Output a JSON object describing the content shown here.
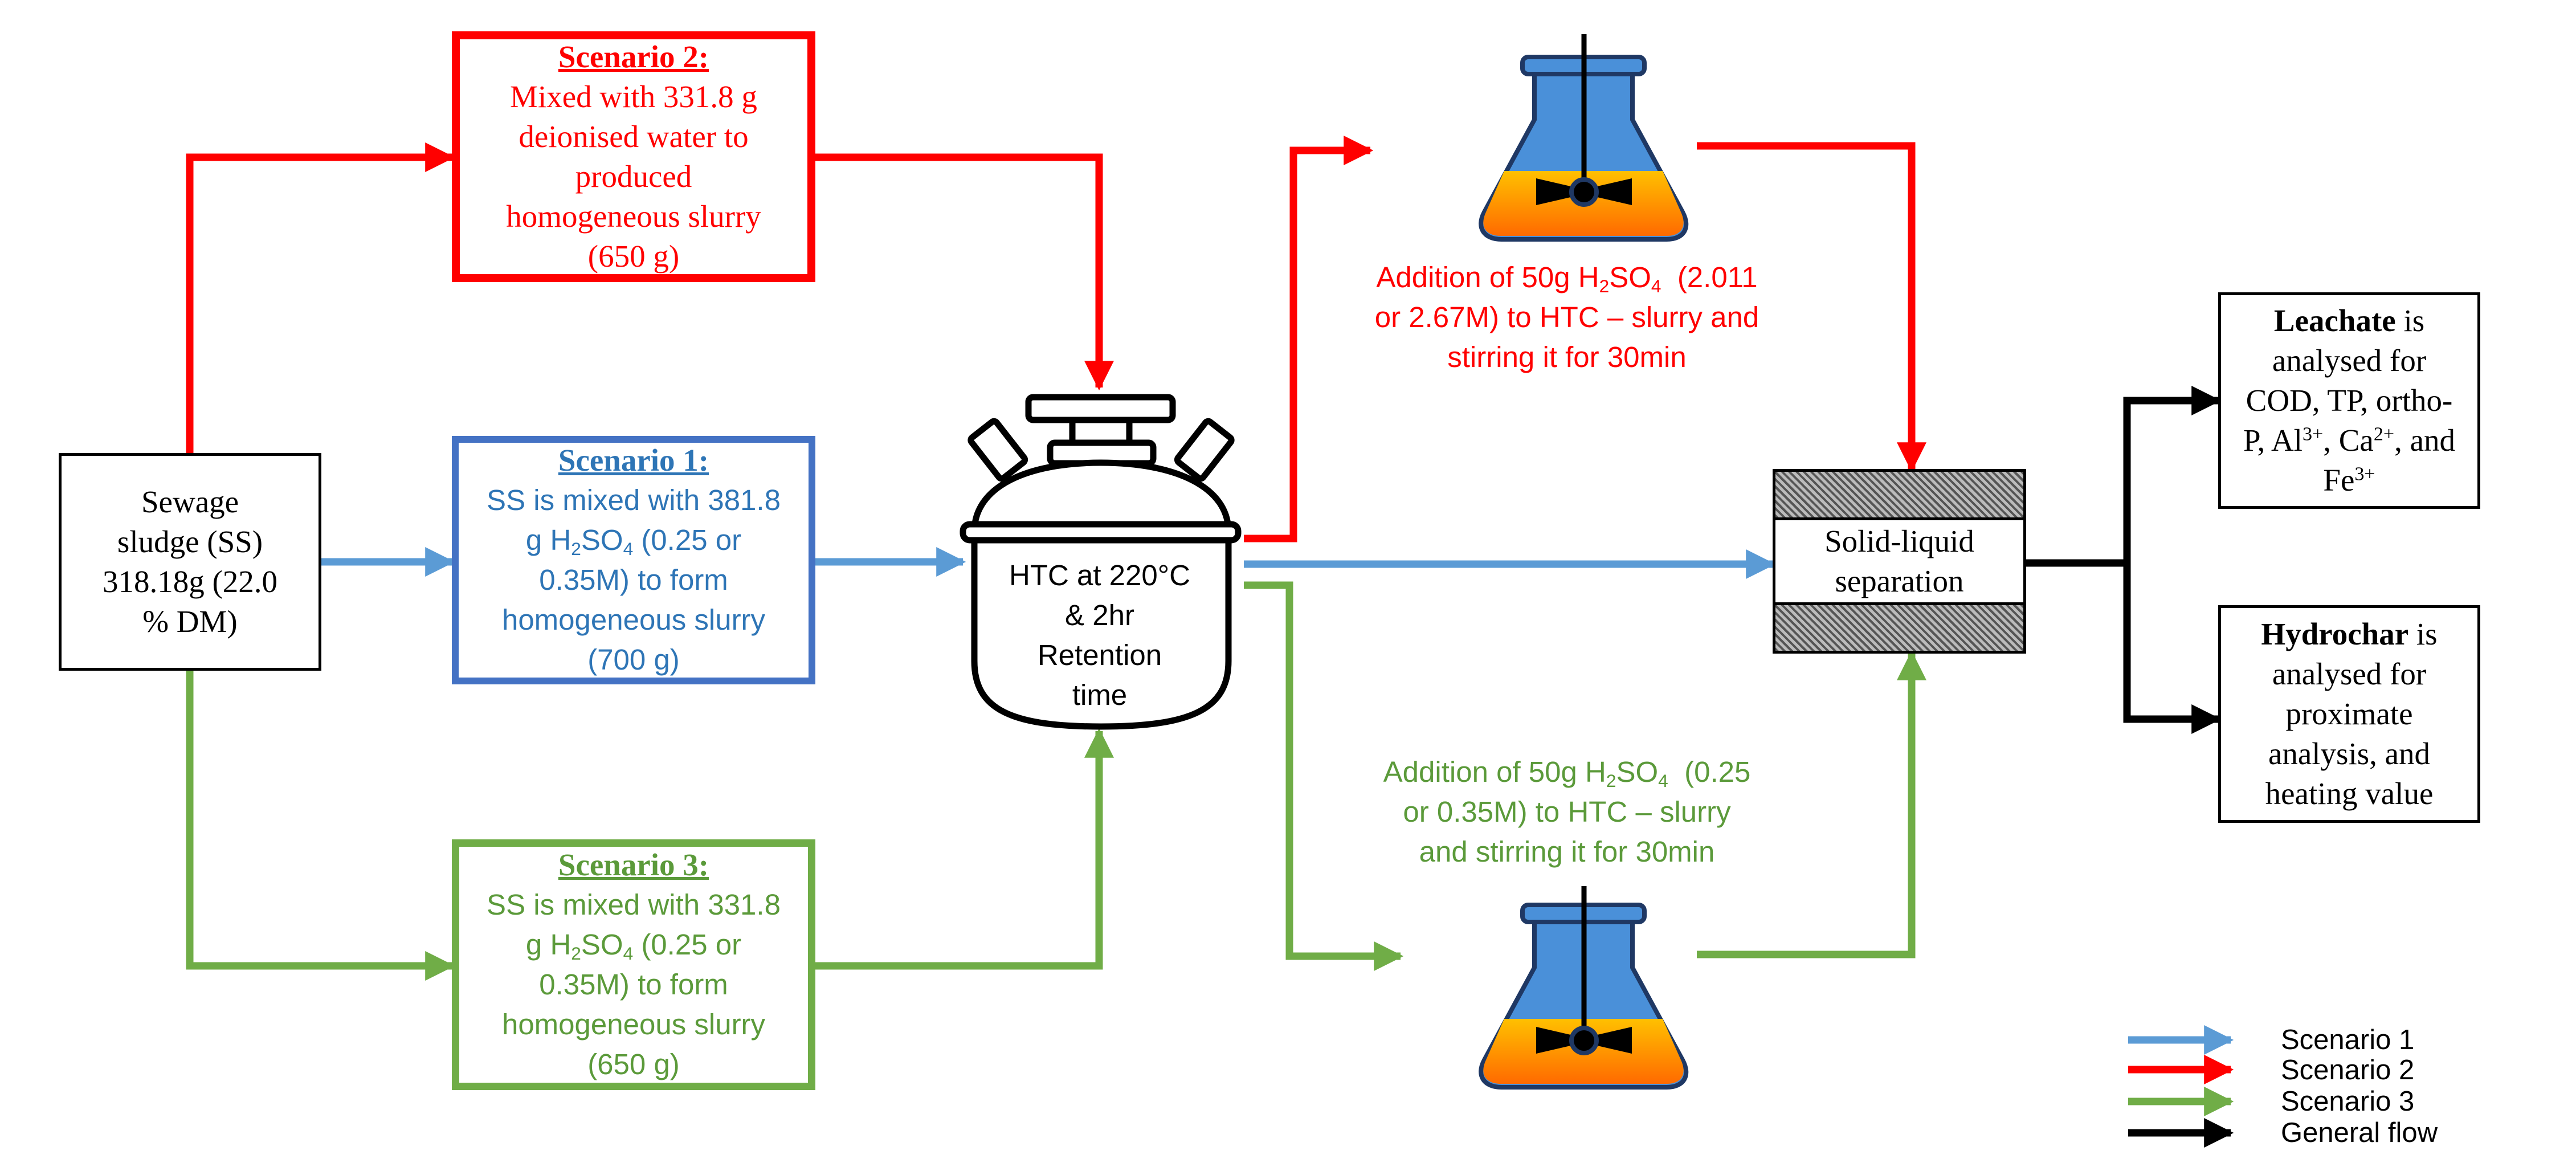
{
  "sewage": {
    "lines": [
      "Sewage",
      "sludge (SS)",
      "318.18g (22.0",
      "% DM)"
    ]
  },
  "scenario2": {
    "title": "Scenario 2:",
    "lines": [
      "Mixed with 331.8 g",
      "deionised water to",
      "produced",
      "homogeneous slurry",
      "(650 g)"
    ]
  },
  "scenario1": {
    "title": "Scenario 1:",
    "line1": "SS is mixed with 381.8",
    "line2_pre": "g H",
    "line2_sub1": "2",
    "line2_mid": "SO",
    "line2_sub2": "4",
    "line2_post": " (0.25 or",
    "line3": "0.35M) to form",
    "line4": "homogeneous slurry",
    "line5": "(700 g)"
  },
  "scenario3": {
    "title": "Scenario 3:",
    "line1": "SS is mixed with 331.8",
    "line2_pre": "g H",
    "line2_sub1": "2",
    "line2_mid": "SO",
    "line2_sub2": "4",
    "line2_post": " (0.25 or",
    "line3": "0.35M) to form",
    "line4": "homogeneous slurry",
    "line5": "(650 g)"
  },
  "reactor": {
    "lines": [
      "HTC at 220°C",
      "& 2hr",
      "Retention",
      "time"
    ]
  },
  "note_red": {
    "pre": "Addition of 50g H",
    "sub1": "2",
    "mid": "SO",
    "sub2": "4",
    "post": "  (2.011",
    "line2": "or 2.67M) to HTC – slurry and",
    "line3": "stirring it for 30min"
  },
  "note_green": {
    "pre": "Addition of 50g H",
    "sub1": "2",
    "mid": "SO",
    "sub2": "4",
    "post": "  (0.25",
    "line2": "or 0.35M) to HTC – slurry",
    "line3": "and stirring it for 30min"
  },
  "separation": {
    "lines": [
      "Solid-liquid",
      "separation"
    ]
  },
  "leachate": {
    "bold": "Leachate",
    "rest1": " is",
    "line2": "analysed for",
    "line3": "COD, TP, ortho-",
    "line4_pre": "P, Al",
    "al_sup": "3+",
    "line4_mid": ", Ca",
    "ca_sup": "2+",
    "line4_post": ", and",
    "line5_pre": "Fe",
    "fe_sup": "3+"
  },
  "hydrochar": {
    "bold": "Hydrochar",
    "rest1": " is",
    "lines": [
      "analysed for",
      "proximate",
      "analysis, and",
      "heating value"
    ]
  },
  "legend": {
    "items": [
      {
        "label": "Scenario 1",
        "color": "#5b9bd5"
      },
      {
        "label": "Scenario 2",
        "color": "#ff0000"
      },
      {
        "label": "Scenario 3",
        "color": "#70ad47"
      },
      {
        "label": "General flow",
        "color": "#000000"
      }
    ]
  },
  "colors": {
    "scenario1": "#5b9bd5",
    "scenario2": "#ff0000",
    "scenario3": "#70ad47",
    "general": "#000000"
  }
}
